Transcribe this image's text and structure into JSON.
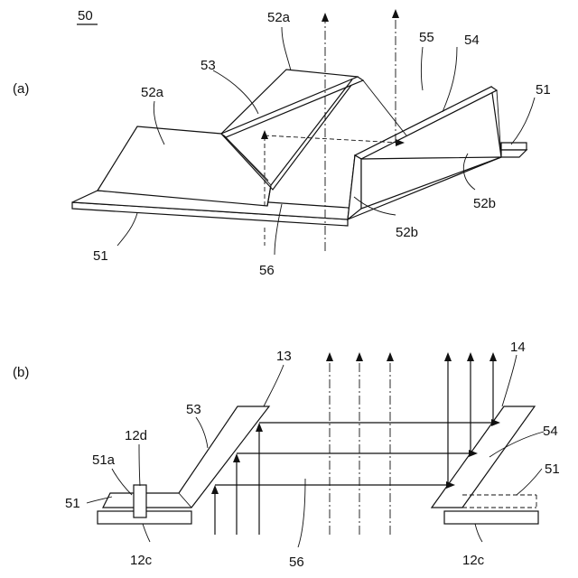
{
  "figure_number": "50",
  "panel_a": {
    "label": "(a)",
    "callouts": {
      "l52a_top": "52a",
      "l52a_left": "52a",
      "l53": "53",
      "l55": "55",
      "l54": "54",
      "l51_right": "51",
      "l52b_right": "52b",
      "l51_left": "51",
      "l56": "56",
      "l52b_bottom": "52b"
    }
  },
  "panel_b": {
    "label": "(b)",
    "callouts": {
      "l13": "13",
      "l14": "14",
      "l53": "53",
      "l12d": "12d",
      "l51a": "51a",
      "l51_left": "51",
      "l54": "54",
      "l51_right": "51",
      "l12c_left": "12c",
      "l56": "56",
      "l12c_right": "12c"
    }
  }
}
